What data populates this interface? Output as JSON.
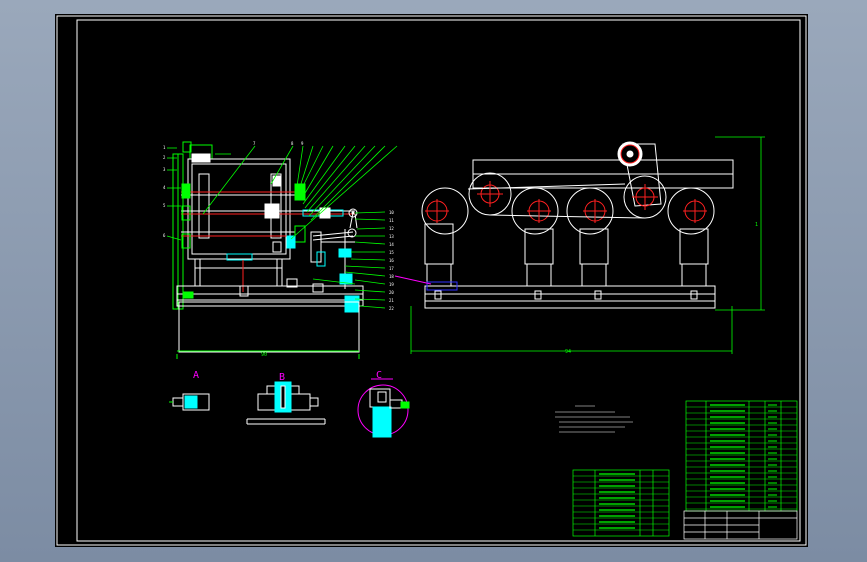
{
  "viewport": {
    "background": "#000000",
    "chrome": "#8a9ab0"
  },
  "colors": {
    "frame": "#ffffff",
    "green": "#00ff00",
    "red": "#ff2020",
    "cyan": "#00ffff",
    "magenta": "#ff00ff",
    "blue": "#3030ff"
  },
  "views": {
    "section_a": "A",
    "section_b": "B",
    "section_c": "C"
  },
  "dimensions": {
    "left_width": "90",
    "right_width": "94",
    "right_height": "1"
  }
}
